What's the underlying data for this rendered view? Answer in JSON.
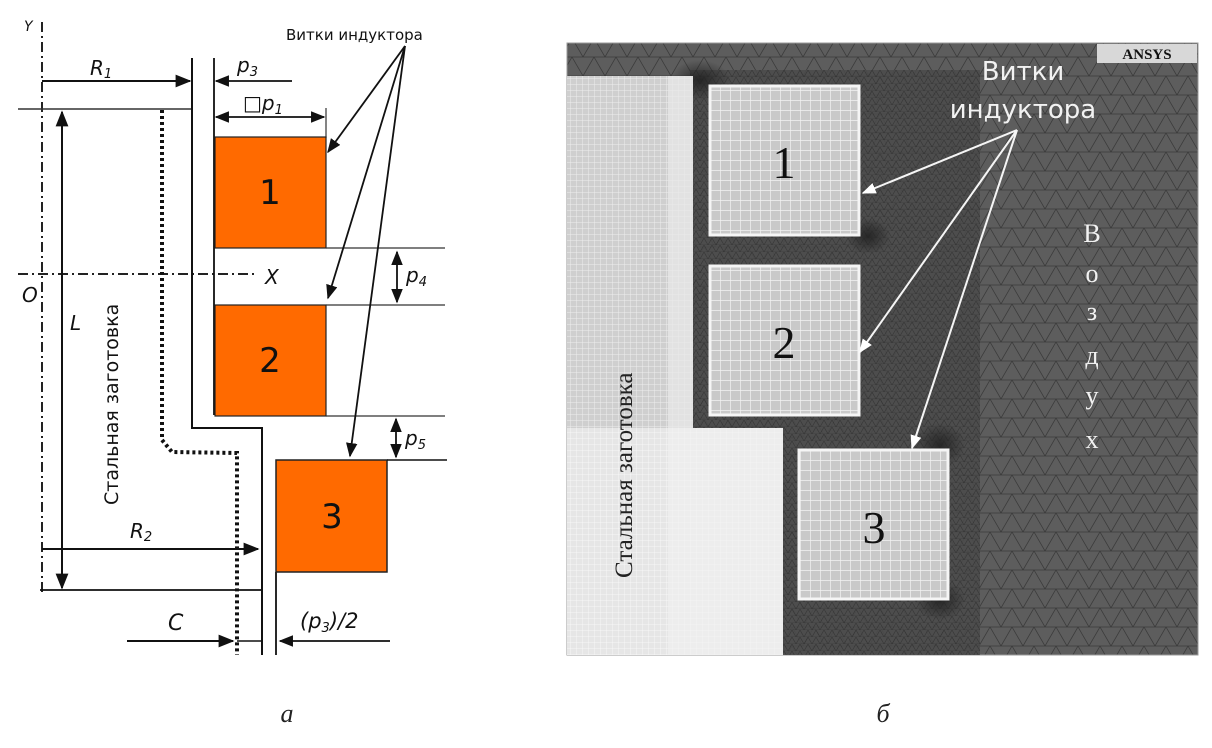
{
  "panel_a": {
    "callout": "Витки индуктора",
    "workpiece_label": "Стальная заготовка",
    "axis_y": "Y",
    "axis_x": "X",
    "origin": "O",
    "dims": {
      "R1": "R",
      "R1_sub": "1",
      "R2": "R",
      "R2_sub": "2",
      "L": "L",
      "C": "C",
      "p1_prefix": "□",
      "p1": "p",
      "p1_sub": "1",
      "p3": "p",
      "p3_sub": "3",
      "p4": "p",
      "p4_sub": "4",
      "p5": "p",
      "p5_sub": "5",
      "p3half_open": "(p",
      "p3half_sub": "3",
      "p3half_close": ")/2"
    },
    "coils": [
      "1",
      "2",
      "3"
    ],
    "coil_color": "#ff6a00"
  },
  "panel_b": {
    "logo": "ANSYS",
    "callout_line1": "Витки",
    "callout_line2": "индуктора",
    "workpiece_label": "Стальная заготовка",
    "air_label_letters": [
      "В",
      "о",
      "з",
      "д",
      "у",
      "х"
    ],
    "coils": [
      "1",
      "2",
      "3"
    ],
    "background_color": "#5a5a5a"
  },
  "captions": {
    "a": "а",
    "b": "б"
  }
}
